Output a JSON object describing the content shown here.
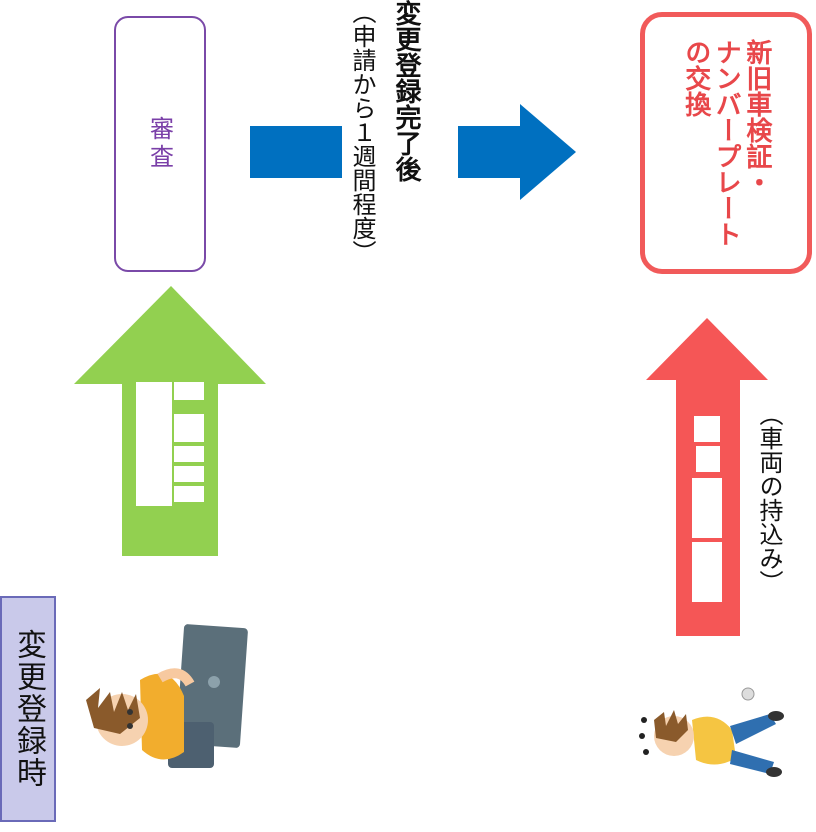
{
  "review": {
    "label": "審査"
  },
  "middle": {
    "title": "変更登録完了後",
    "note": "（申請から１週間程度）"
  },
  "exchange": {
    "line1": "新旧車検証・",
    "line2": "ナンバープレート",
    "line3": "の交換"
  },
  "timing": {
    "label": "変更登録時"
  },
  "vehicle_note": {
    "label": "（車両の持込み）"
  },
  "colors": {
    "green_arrow": "#92d050",
    "blue_arrow": "#0070c0",
    "red_arrow": "#f55656",
    "review_border": "#7a4aa8",
    "exchange_border": "#f15a5a",
    "timing_bg": "#c9c9ea"
  }
}
